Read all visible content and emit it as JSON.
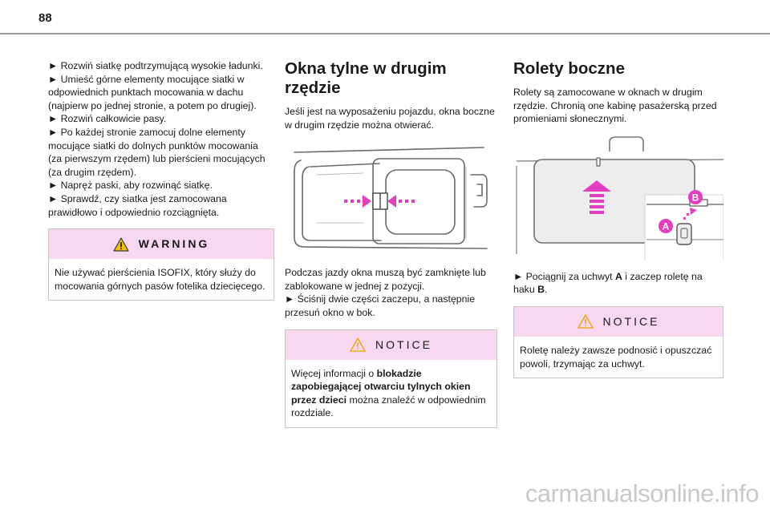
{
  "page_number": "88",
  "col1": {
    "paragraphs": [
      "► Rozwiń siatkę podtrzymującą wysokie ładunki.",
      "► Umieść górne elementy mocujące siatki w odpowiednich punktach mocowania w dachu (najpierw po jednej stronie, a potem po drugiej).",
      "► Rozwiń całkowicie pasy.",
      "► Po każdej stronie zamocuj dolne elementy mocujące siatki do dolnych punktów mocowania (za pierwszym rzędem) lub pierścieni mocujących (za drugim rzędem).",
      "► Napręż paski, aby rozwinąć siatkę.",
      "► Sprawdź, czy siatka jest zamocowana prawidłowo i odpowiednio rozciągnięta."
    ],
    "warning": {
      "title": "WARNING",
      "text": "Nie używać pierścienia ISOFIX, który służy do mocowania górnych pasów fotelika dziecięcego."
    }
  },
  "col2": {
    "heading": "Okna tylne w drugim rzędzie",
    "intro": "Jeśli jest na wyposażeniu pojazdu, okna boczne w drugim rzędzie można otwierać.",
    "after_figure": "Podczas jazdy okna muszą być zamknięte lub zablokowane w jednej z pozycji.",
    "step": "► Ściśnij dwie części zaczepu, a następnie przesuń okno w bok.",
    "notice": {
      "title": "NOTICE",
      "text_before": "Więcej informacji o ",
      "text_bold": "blokadzie zapobiegającej otwarciu tylnych okien przez dzieci",
      "text_after": " można znaleźć w odpowiednim rozdziale."
    }
  },
  "col3": {
    "heading": "Rolety boczne",
    "intro": "Rolety są zamocowane w oknach w drugim rzędzie. Chronią one kabinę pasażerską przed promieniami słonecznymi.",
    "step_before": "► Pociągnij za uchwyt ",
    "step_a": "A",
    "step_middle": " i zaczep roletę na haku ",
    "step_b": "B",
    "step_end": ".",
    "figure_labels": {
      "a": "A",
      "b": "B"
    },
    "notice": {
      "title": "NOTICE",
      "text": "Roletę należy zawsze podnosić i opuszczać powoli, trzymając za uchwyt."
    }
  },
  "colors": {
    "accent": "#e43ec0",
    "notice_bg": "#f8d8f0",
    "warning_icon": "#f2c200"
  },
  "watermark": "carmanualsonline.info"
}
